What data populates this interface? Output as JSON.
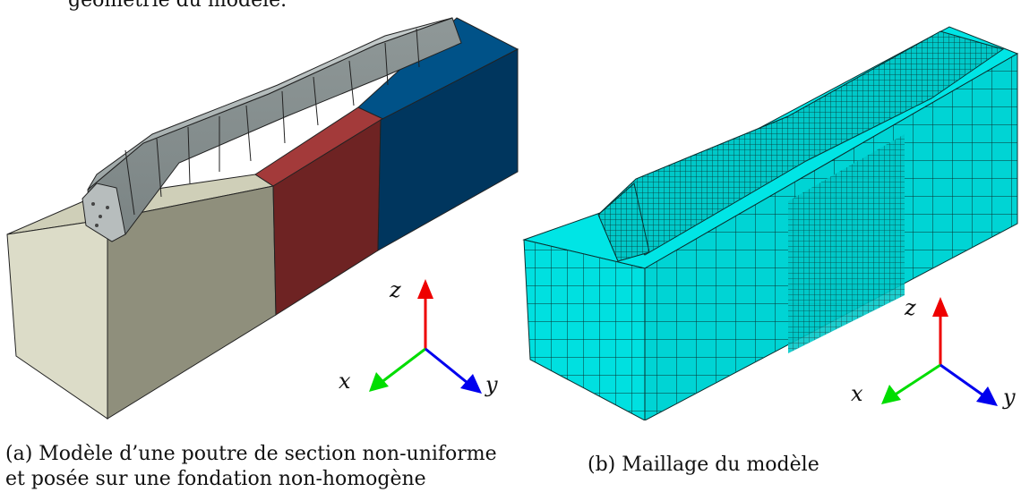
{
  "page": {
    "top_text": "géométrie du modèle."
  },
  "figure_a": {
    "caption_line1": "(a) Modèle d’une poutre de section non-uniforme",
    "caption_line2": "et posée sur une fondation non-homogène",
    "axes": {
      "x": "x",
      "y": "y",
      "z": "z"
    },
    "colors": {
      "foundation_cream": "#dcdcc8",
      "foundation_red": "#8c2a2a",
      "foundation_blue": "#003a66",
      "beam_gray": "#a9b0b0",
      "axis_x": "#00dd00",
      "axis_y": "#0000ee",
      "axis_z": "#ee0000"
    }
  },
  "figure_b": {
    "caption": "(b) Maillage du modèle",
    "axes": {
      "x": "x",
      "y": "y",
      "z": "z"
    },
    "colors": {
      "mesh": "#00e5e5",
      "mesh_lines": "#0a3030"
    }
  }
}
